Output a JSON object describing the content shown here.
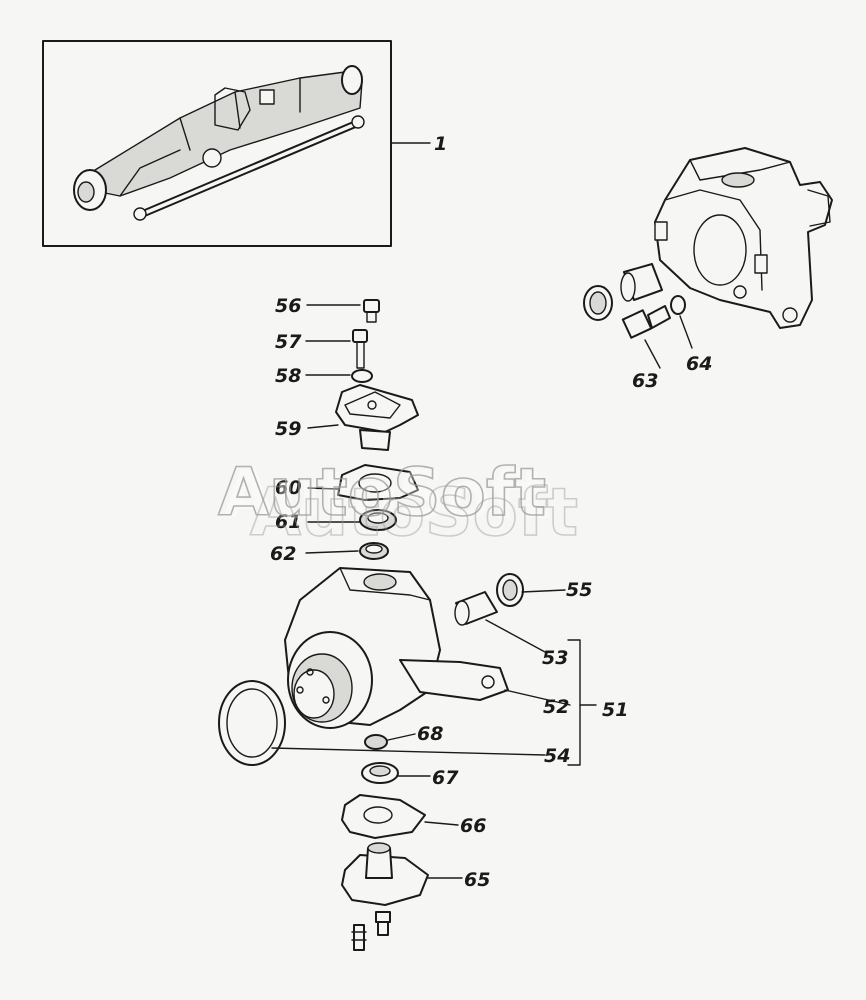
{
  "labels": {
    "l1": "1",
    "l51": "51",
    "l52": "52",
    "l53": "53",
    "l54": "54",
    "l55": "55",
    "l56": "56",
    "l57": "57",
    "l58": "58",
    "l59": "59",
    "l60": "60",
    "l61": "61",
    "l62": "62",
    "l63": "63",
    "l64": "64",
    "l65": "65",
    "l66": "66",
    "l67": "67",
    "l68": "68"
  },
  "watermark": "AutoSoft"
}
